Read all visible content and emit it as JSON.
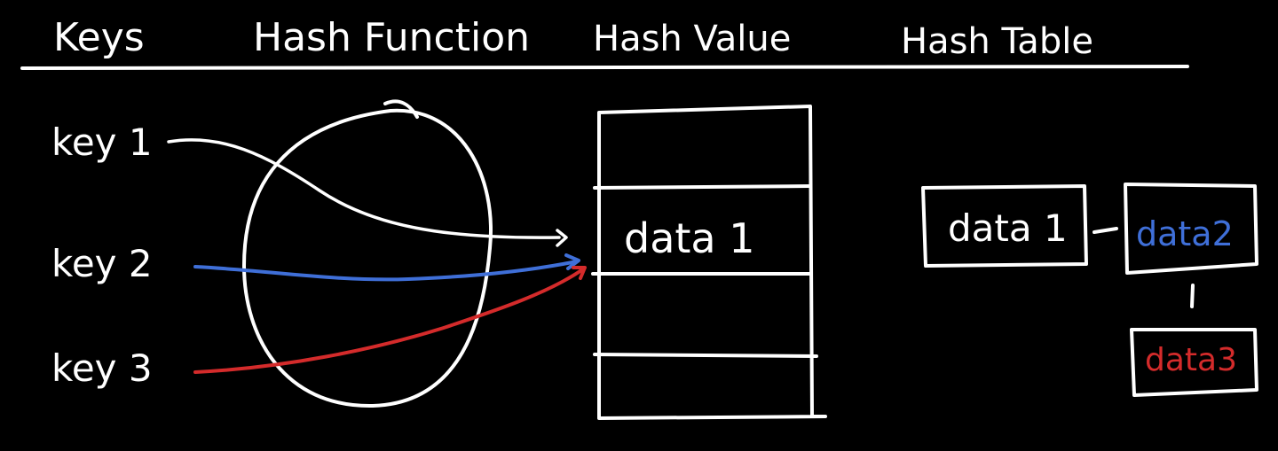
{
  "headers": {
    "keys": "Keys",
    "hash_function": "Hash Function",
    "hash_value": "Hash Value",
    "hash_table": "Hash Table"
  },
  "keys": [
    {
      "label": "key 1",
      "color": "#ffffff"
    },
    {
      "label": "key 2",
      "color": "#3f6fd8"
    },
    {
      "label": "key 3",
      "color": "#d42b2b"
    }
  ],
  "hash_value_slot": "data 1",
  "hash_table_nodes": {
    "node1": "data 1",
    "node2": "data2",
    "node3": "data3"
  },
  "colors": {
    "background": "#000000",
    "chalk": "#ffffff",
    "blue": "#3f6fd8",
    "red": "#d42b2b"
  }
}
